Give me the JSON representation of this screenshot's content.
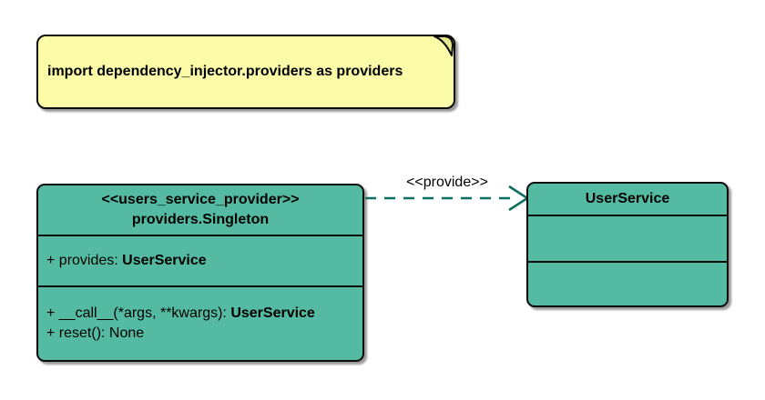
{
  "colors": {
    "class_fill": "#54BBA2",
    "note_fill": "#FBFBA8",
    "note_fold_fill": "#E8E88E",
    "arrow_stroke": "#0E6F60",
    "border": "#0b0b0b",
    "text": "#000000",
    "background": "#ffffff"
  },
  "note": {
    "text": "import dependency_injector.providers as providers"
  },
  "provider_class": {
    "stereotype": "<<users_service_provider>>",
    "name": "providers.Singleton",
    "attributes": [
      {
        "text": "+ provides: ",
        "type": "UserService"
      }
    ],
    "methods": [
      {
        "text": "+ __call__(*args, **kwargs): ",
        "type": "UserService"
      },
      {
        "text": "+ reset(): None",
        "type": ""
      }
    ]
  },
  "user_service_class": {
    "name": "UserService"
  },
  "arrow": {
    "label": "<<provide>>"
  }
}
